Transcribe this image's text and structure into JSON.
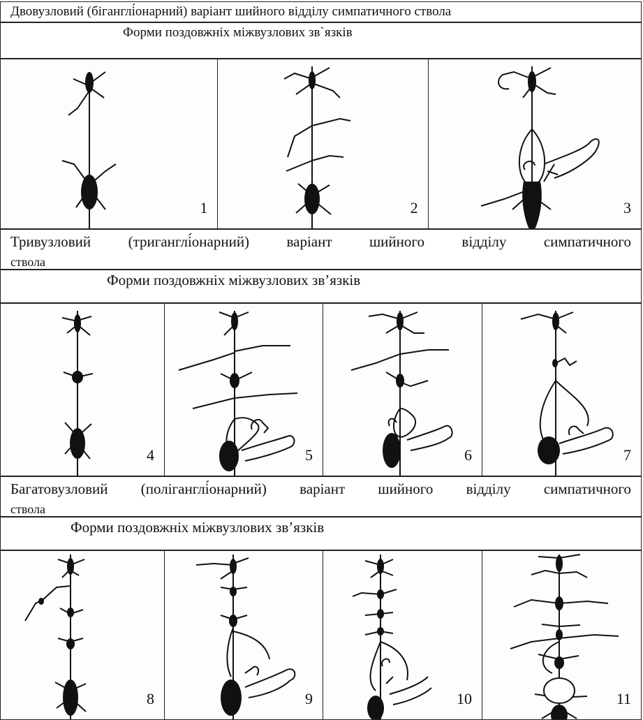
{
  "section1": {
    "title": "Двовузловий (біганглі́онарний) варіант шийного відділу симпатичного ствола",
    "subtitle": "Форми поздовжніх міжвузлових зв`язків",
    "panels": [
      "1",
      "2",
      "3"
    ]
  },
  "section2": {
    "title_line1": "Тривузловий (триганглі́онарний) варіант шийного відділу симпатичного",
    "title_line2": "ствола",
    "subtitle": "Форми поздовжніх міжвузлових зв’язків",
    "panels": [
      "4",
      "5",
      "6",
      "7"
    ]
  },
  "section3": {
    "title_line1": "Багатовузловий (поліганглі́онарний) варіант шийного відділу симпатичного",
    "title_line2": "ствола",
    "subtitle": "Форми поздовжніх міжвузлових зв’язків",
    "panels": [
      "8",
      "9",
      "10",
      "11"
    ]
  }
}
